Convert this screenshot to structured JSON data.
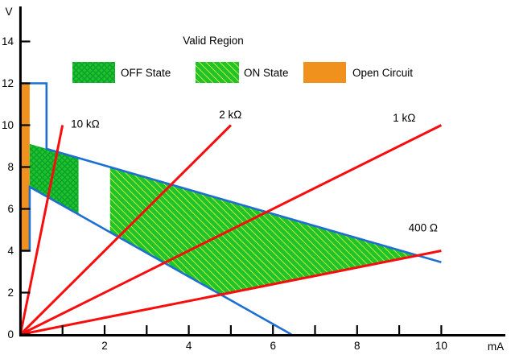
{
  "colors": {
    "region_green": "#1fc32c",
    "off_hatch_green": "#0da42b",
    "on_hatch_yellow": "#d9ee35",
    "open_circuit_orange": "#f0911e",
    "load_line_red": "#f70d0d",
    "boundary_blue": "#1d6fd2",
    "axis_black": "#000000"
  },
  "legend": {
    "items": [
      {
        "label": "OFF State",
        "swatch": "green-crosshatch"
      },
      {
        "label": "ON State",
        "swatch": "green-diagonal-hatch"
      },
      {
        "label": "Open Circuit",
        "swatch": "solid-orange"
      }
    ]
  },
  "chart_data": {
    "type": "area",
    "title": "Valid Region",
    "xlabel": "mA",
    "ylabel": "V",
    "xlim": [
      0,
      11.5
    ],
    "ylim": [
      0,
      15.7
    ],
    "x_major_ticks": [
      2,
      4,
      6,
      8,
      10
    ],
    "x_minor_ticks": [
      1,
      3,
      5,
      7,
      9
    ],
    "y_ticks": [
      0,
      2,
      4,
      6,
      8,
      10,
      12,
      14
    ],
    "load_lines": [
      {
        "label": "10 kΩ",
        "resistance_ohm": 10000,
        "points": [
          [
            0,
            0
          ],
          [
            1.0,
            10.0
          ]
        ],
        "label_at": [
          1.2,
          10.05
        ]
      },
      {
        "label": "2 kΩ",
        "resistance_ohm": 2000,
        "points": [
          [
            0,
            0
          ],
          [
            5.0,
            10.0
          ]
        ],
        "label_at": [
          4.72,
          10.5
        ]
      },
      {
        "label": "1 kΩ",
        "resistance_ohm": 1000,
        "points": [
          [
            0,
            0
          ],
          [
            10.0,
            10.0
          ]
        ],
        "label_at": [
          8.85,
          10.35
        ]
      },
      {
        "label": "400 Ω",
        "resistance_ohm": 400,
        "points": [
          [
            0,
            0
          ],
          [
            10.0,
            4.0
          ]
        ],
        "label_at": [
          9.22,
          5.1
        ]
      }
    ],
    "valid_region_boundary": {
      "upper": [
        [
          0,
          12
        ],
        [
          0.62,
          12
        ],
        [
          0.62,
          8.87
        ],
        [
          10.0,
          3.45
        ]
      ],
      "lower": [
        [
          0,
          4
        ],
        [
          0.22,
          4
        ],
        [
          0.22,
          7.05
        ],
        [
          6.44,
          0
        ]
      ]
    },
    "regions": {
      "off_state": {
        "polygon": [
          [
            0.22,
            9.1
          ],
          [
            1.38,
            8.44
          ],
          [
            1.38,
            5.73
          ],
          [
            0.22,
            7.05
          ]
        ]
      },
      "on_state": {
        "polygon": [
          [
            2.13,
            8.01
          ],
          [
            9.49,
            3.78
          ],
          [
            4.77,
            1.89
          ],
          [
            2.13,
            4.88
          ]
        ]
      },
      "open_circuit": {
        "polygon": [
          [
            0.02,
            4
          ],
          [
            0.02,
            12
          ],
          [
            0.22,
            12
          ],
          [
            0.22,
            4
          ]
        ]
      }
    }
  }
}
